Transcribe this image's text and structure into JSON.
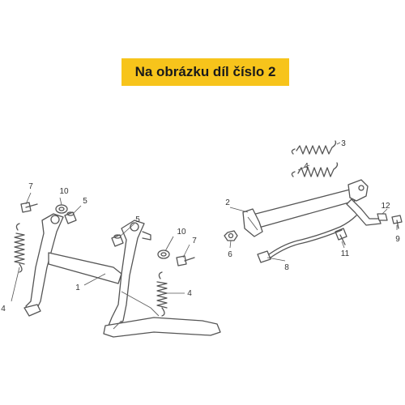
{
  "banner": {
    "text": "Na obrázku díl číslo 2",
    "bg_color": "#f7c41b"
  },
  "callouts": {
    "c1": "1",
    "c2": "2",
    "c3": "3",
    "c4a": "4",
    "c4b": "4",
    "c4c": "4",
    "c5a": "5",
    "c5b": "5",
    "c6": "6",
    "c7a": "7",
    "c7b": "7",
    "c8": "8",
    "c9": "9",
    "c10a": "10",
    "c10b": "10",
    "c11": "11",
    "c12": "12"
  }
}
